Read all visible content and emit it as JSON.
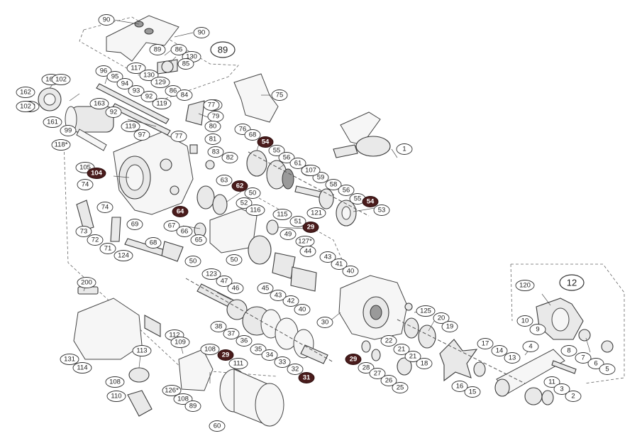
{
  "diagram": {
    "group_labels": [
      "89",
      "12"
    ],
    "highlighted_parts": [
      "104",
      "62",
      "64",
      "54",
      "54",
      "29",
      "29",
      "29",
      "31"
    ],
    "part_numbers": [
      "90",
      "90",
      "89",
      "86",
      "130",
      "85",
      "117",
      "130",
      "129",
      "86",
      "84",
      "162",
      "102",
      "162",
      "102",
      "102",
      "161",
      "99",
      "118*",
      "96",
      "95",
      "94",
      "93",
      "92",
      "119",
      "163",
      "92",
      "119",
      "97",
      "77",
      "78",
      "79",
      "80",
      "81",
      "83",
      "82",
      "75",
      "77",
      "76",
      "68",
      "55",
      "56",
      "61",
      "60",
      "59",
      "58",
      "56",
      "55",
      "121",
      "53",
      "105",
      "74",
      "74",
      "73",
      "72",
      "71",
      "124",
      "69",
      "68",
      "67",
      "66",
      "65",
      "63",
      "50",
      "52",
      "116",
      "115",
      "51",
      "49",
      "127*",
      "50",
      "50",
      "44",
      "43",
      "41",
      "40",
      "123",
      "47",
      "46",
      "45",
      "43",
      "42",
      "40",
      "38",
      "37",
      "36",
      "35",
      "34",
      "33",
      "32",
      "30",
      "125",
      "20",
      "19",
      "22",
      "21",
      "21",
      "18",
      "28",
      "27",
      "26",
      "25",
      "17",
      "14",
      "13",
      "15",
      "16",
      "120",
      "10",
      "9",
      "8",
      "7",
      "6",
      "5",
      "4",
      "11",
      "3",
      "2",
      "1",
      "200",
      "131",
      "114",
      "113",
      "112",
      "109",
      "108",
      "108",
      "110",
      "111",
      "126*",
      "108",
      "89",
      "107",
      "60"
    ]
  }
}
